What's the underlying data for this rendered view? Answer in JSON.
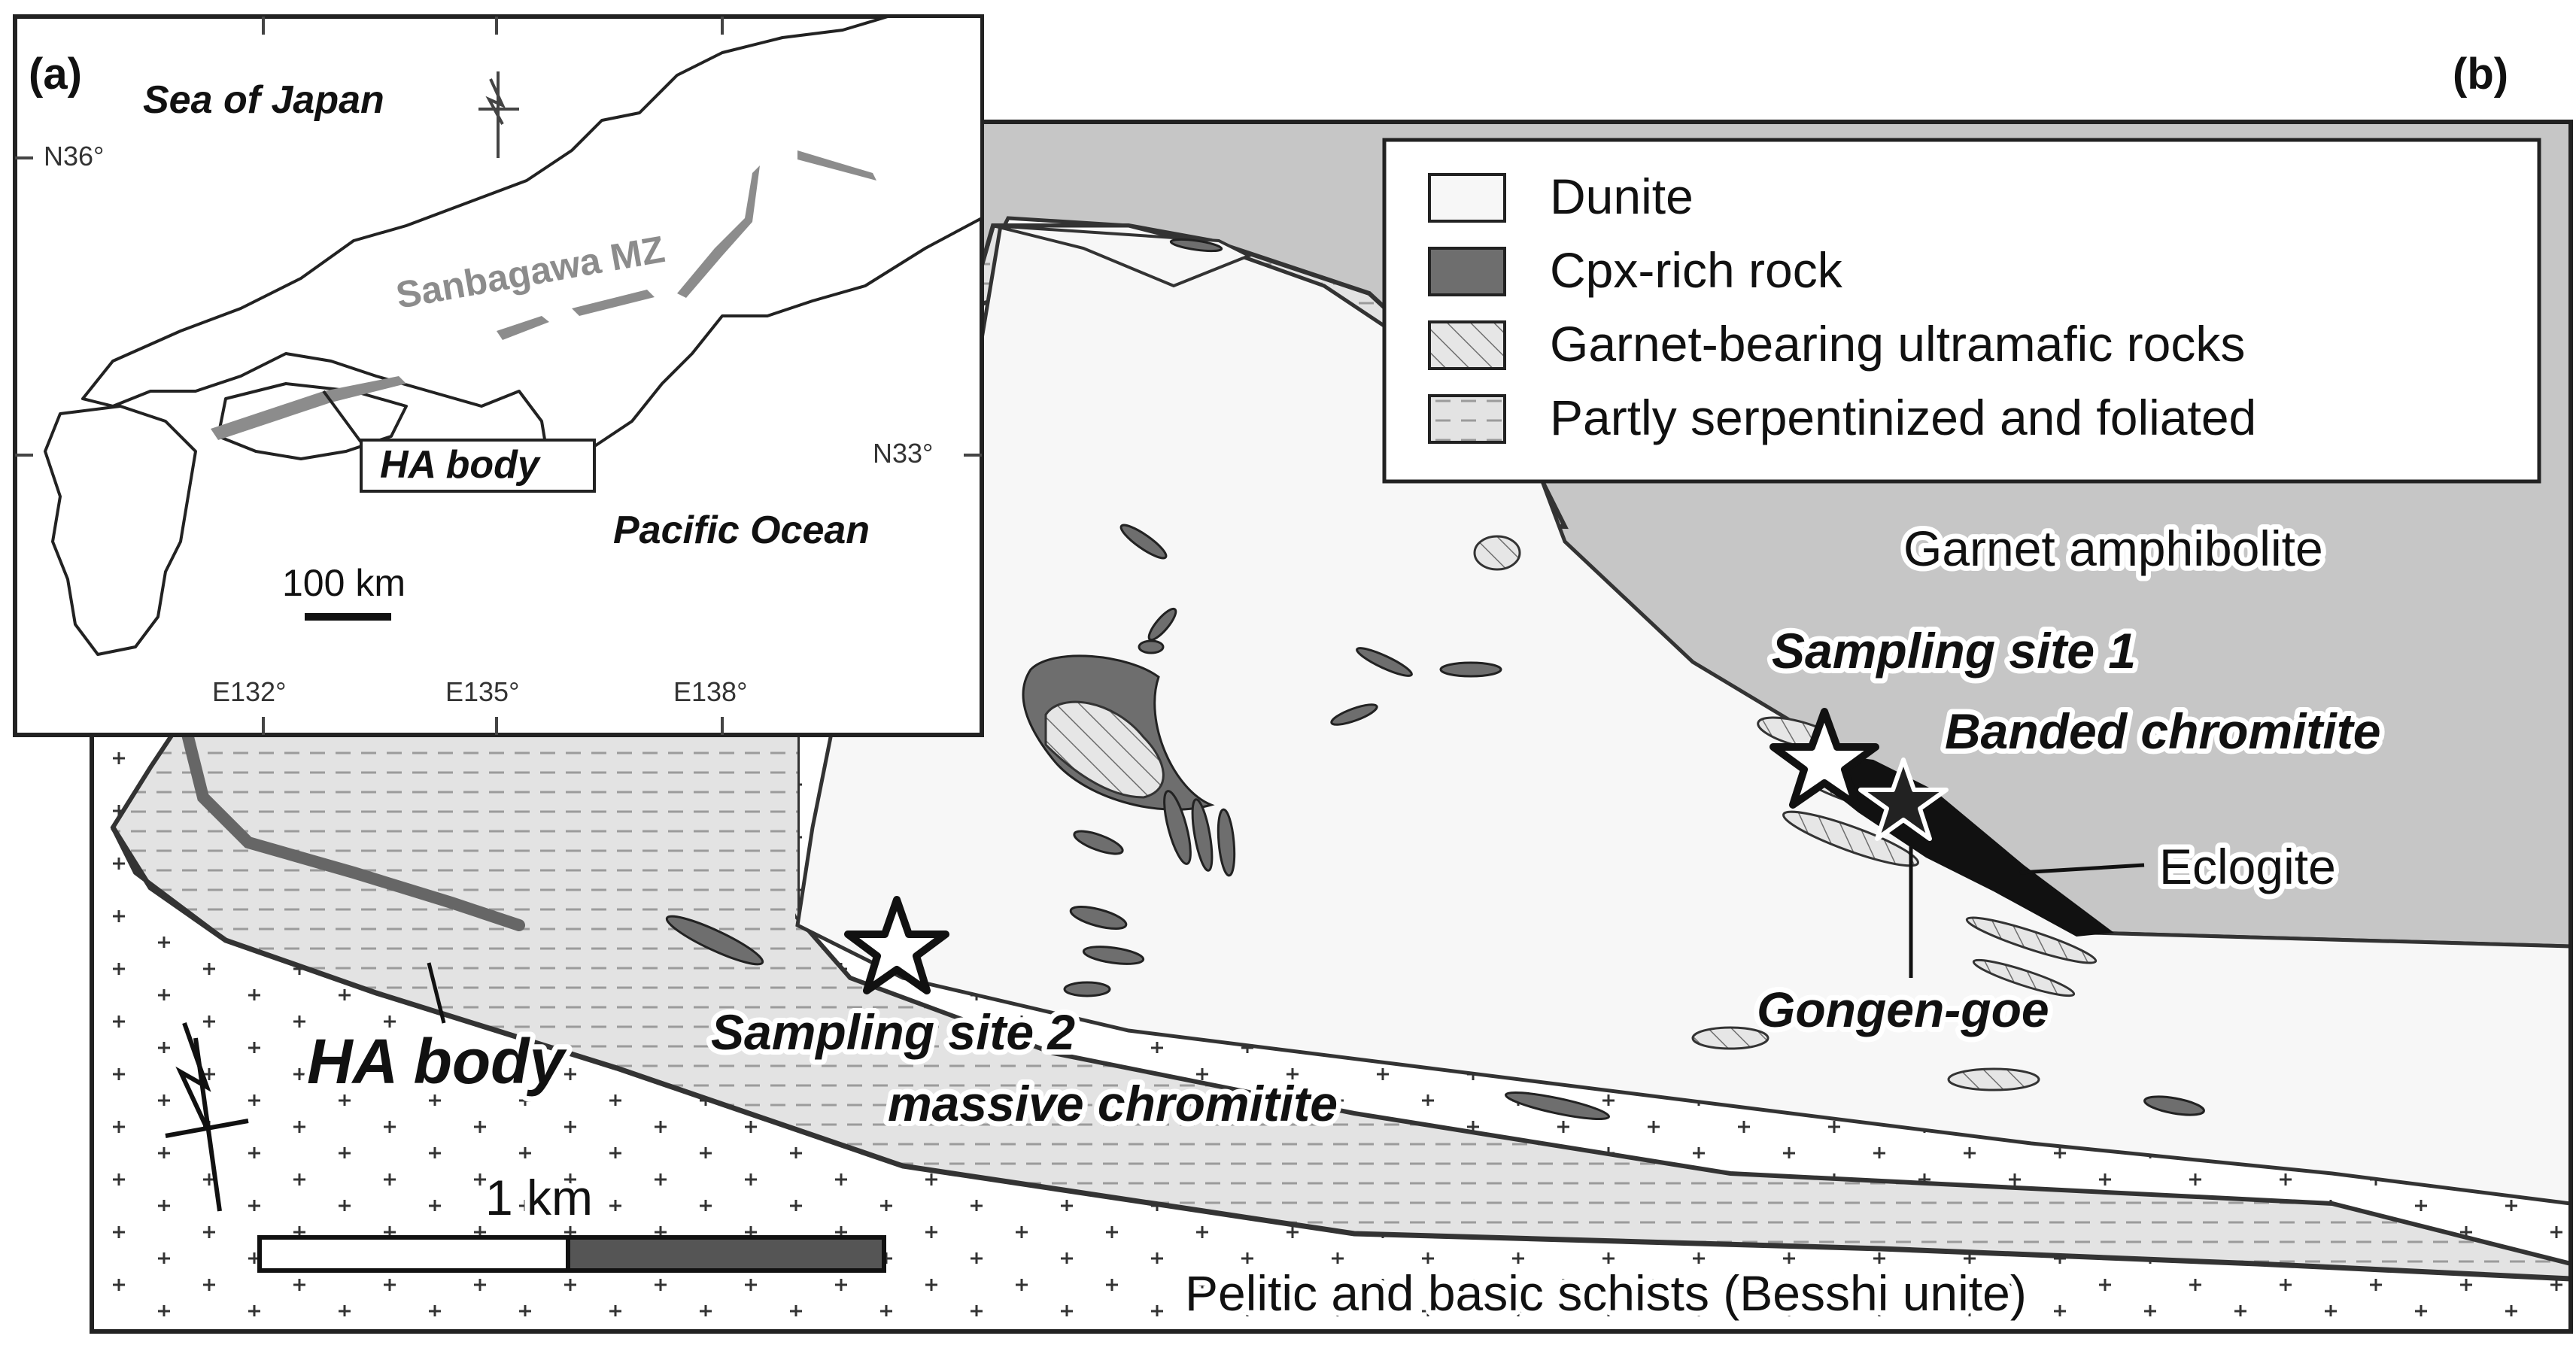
{
  "panel_a": {
    "letter": "(a)",
    "sea_label": "Sea of Japan",
    "ocean_label": "Pacific Ocean",
    "zone_label": "Sanbagawa MZ",
    "body_label": "HA body",
    "scale_label": "100 km",
    "lat_labels": [
      "N36°",
      "N33°"
    ],
    "lon_labels": [
      "E132°",
      "E135°",
      "E138°"
    ]
  },
  "panel_b": {
    "letter": "(b)",
    "legend": [
      {
        "label": "Dunite",
        "swatch": "#f7f7f7"
      },
      {
        "label": "Cpx-rich rock",
        "swatch": "#6e6e6e"
      },
      {
        "label": "Garnet-bearing ultramafic rocks",
        "swatch": "hatch"
      },
      {
        "label": "Partly serpentinized and foliated",
        "swatch": "dash"
      }
    ],
    "labels": {
      "garnet_amphibolite": "Garnet amphibolite",
      "site1": "Sampling site 1",
      "banded": "Banded chromitite",
      "eclogite": "Eclogite",
      "gongen": "Gongen-goe",
      "site2": "Sampling site 2",
      "massive": "massive chromitite",
      "ha_body": "HA body",
      "schists": "Pelitic and basic schists (Besshi unite)",
      "scale": "1 km"
    },
    "colors": {
      "amphibolite": "#c6c6c6",
      "serpentinized": "#e3e3e3",
      "cpx": "#6e6e6e",
      "eclogite": "#111111",
      "sanbagawa_zone": "#8c8c8c"
    }
  }
}
